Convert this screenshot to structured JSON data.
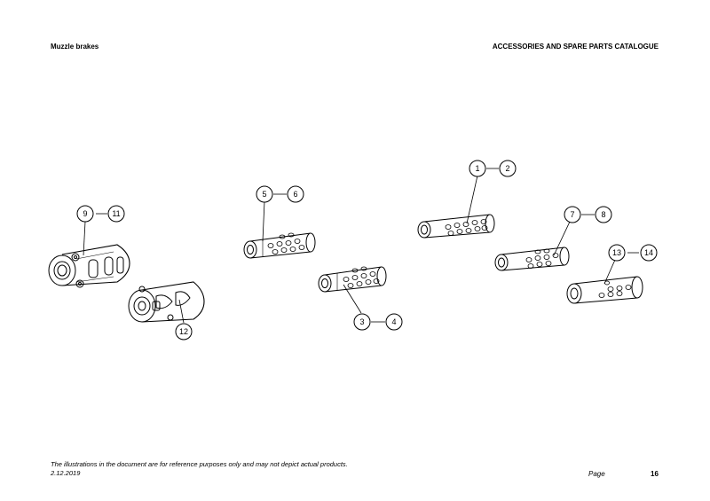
{
  "header": {
    "section": "Muzzle brakes",
    "catalogue": "ACCESSORIES AND SPARE PARTS CATALOGUE"
  },
  "callouts": [
    "1",
    "2",
    "3",
    "4",
    "5",
    "6",
    "7",
    "8",
    "9",
    "11",
    "12",
    "13",
    "14"
  ],
  "footer": {
    "disclaimer": "The illustrations in the document are for reference purposes only and may not depict actual products.",
    "date": "2.12.2019",
    "page_label": "Page",
    "page_number": "16"
  }
}
